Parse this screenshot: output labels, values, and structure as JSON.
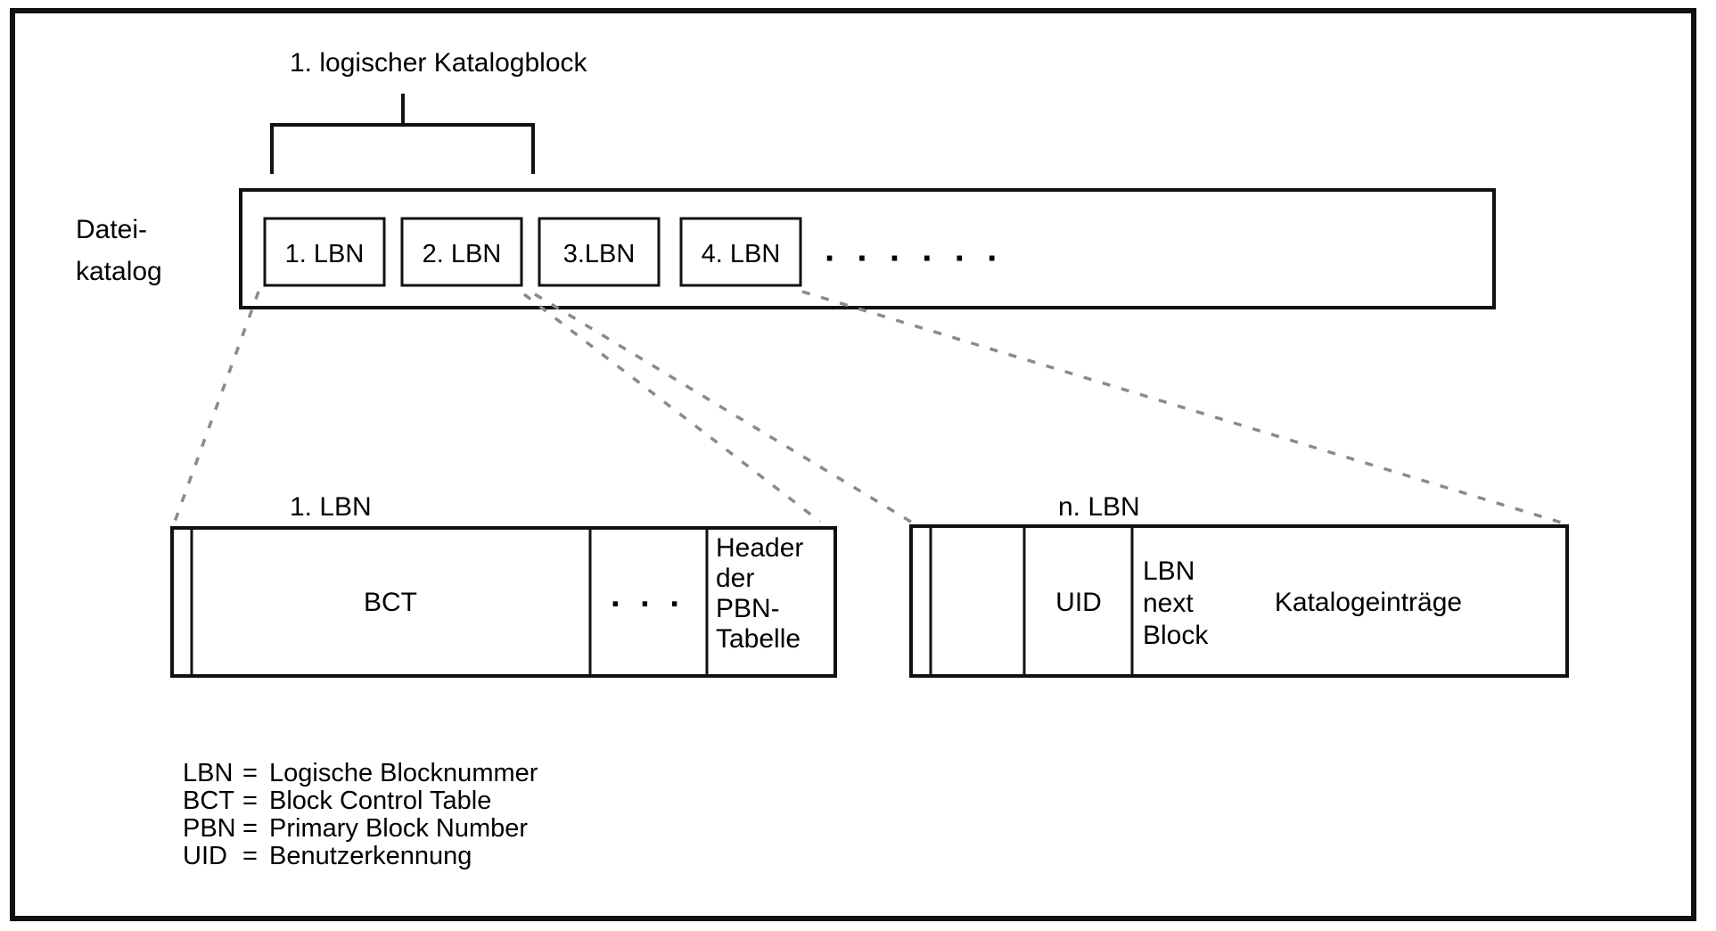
{
  "figure": {
    "title_top": "1. logischer Katalogblock",
    "catalog_label_line1": "Datei-",
    "catalog_label_line2": "katalog",
    "ellipsis_catalog": "· · · · · ·",
    "ellipsis_block": "· · ·"
  },
  "catalog": {
    "entries": [
      {
        "label": "1. LBN"
      },
      {
        "label": "2. LBN"
      },
      {
        "label": "3.LBN"
      },
      {
        "label": "4. LBN"
      }
    ]
  },
  "block_first": {
    "caption": "1. LBN",
    "cells": [
      {
        "label": "BCT"
      },
      {
        "label": "· · ·"
      },
      {
        "label": "Header der PBN-Tabelle",
        "lines": [
          "Header",
          "der",
          "PBN-",
          "Tabelle"
        ]
      }
    ]
  },
  "block_nth": {
    "caption": "n. LBN",
    "cells": [
      {
        "label": "UID"
      },
      {
        "label": "LBN next Block",
        "lines": [
          "LBN",
          "next",
          "Block"
        ]
      },
      {
        "label": "Katalogeinträge"
      }
    ]
  },
  "legend": {
    "rows": [
      {
        "abbr": "LBN",
        "eq": "=",
        "text": "Logische Blocknummer"
      },
      {
        "abbr": "BCT",
        "eq": "=",
        "text": "Block Control Table"
      },
      {
        "abbr": "PBN",
        "eq": "=",
        "text": "Primary Block Number"
      },
      {
        "abbr": "UID",
        "eq": " =",
        "text": "Benutzerkennung"
      }
    ]
  },
  "colors": {
    "stroke": "#111111",
    "dotted": "#8a8a8a",
    "background": "#ffffff"
  }
}
